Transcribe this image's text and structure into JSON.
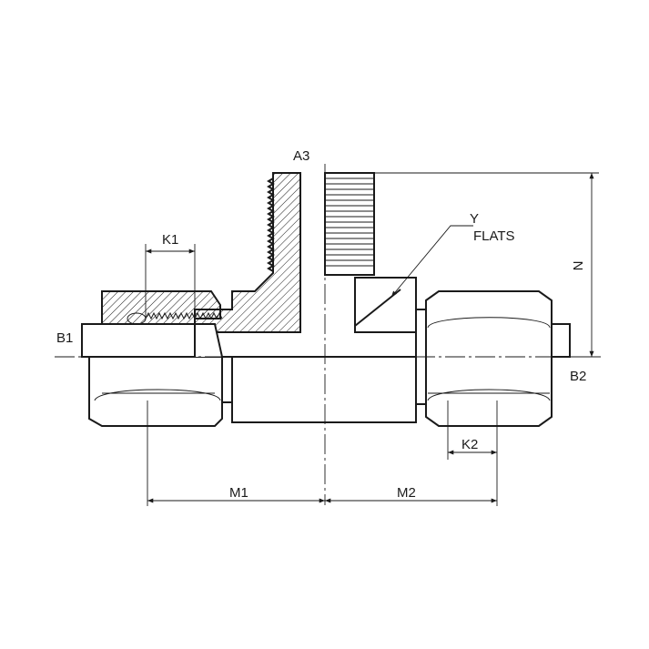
{
  "labels": {
    "a3": "A3",
    "b1": "B1",
    "b2": "B2",
    "k1": "K1",
    "k2": "K2",
    "m1": "M1",
    "m2": "M2",
    "n": "N",
    "y": "Y",
    "flats": "FLATS"
  },
  "colors": {
    "line": "#1a1a1a",
    "background": "#ffffff"
  }
}
